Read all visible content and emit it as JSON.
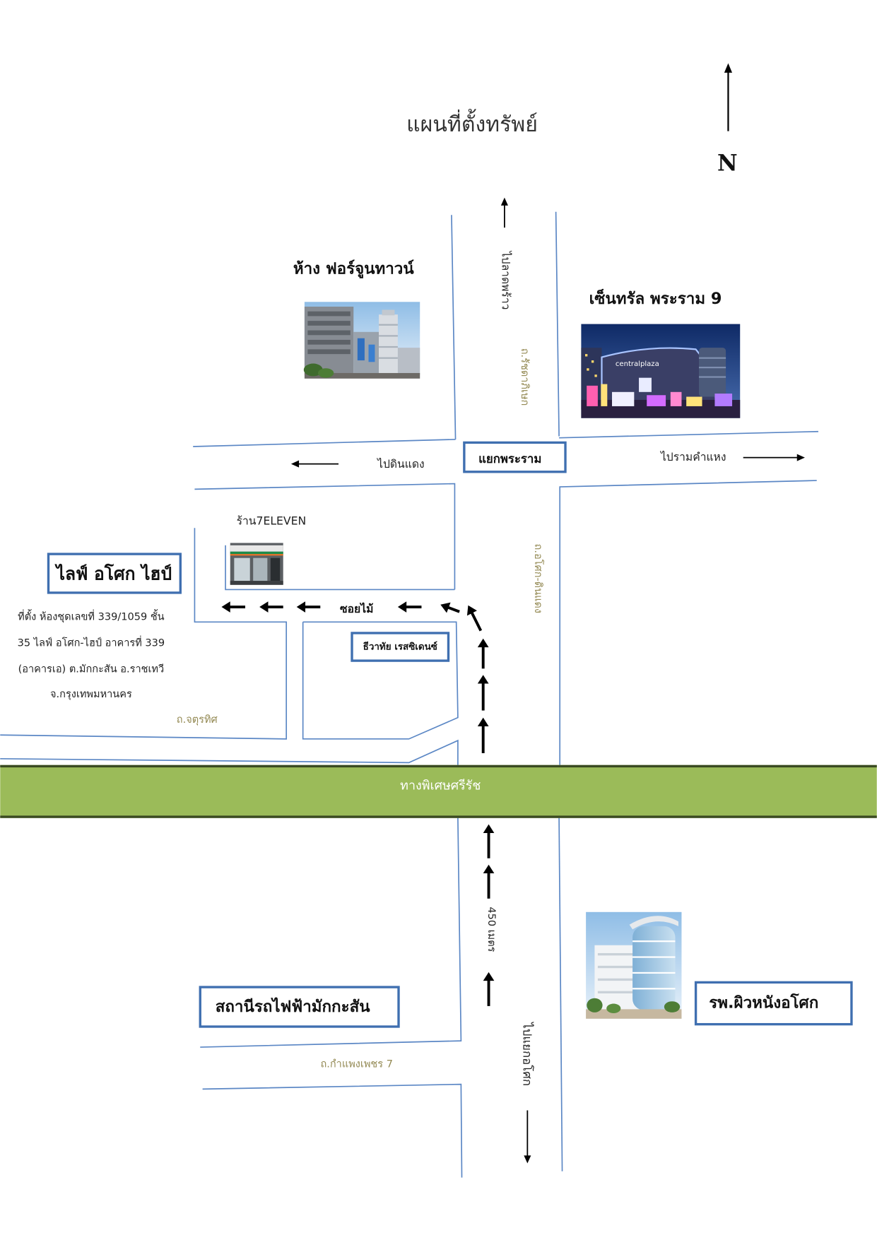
{
  "page": {
    "title": "แผนที่ตั้งทรัพย์"
  },
  "compass": {
    "label": "N",
    "icon": "north-arrow-icon"
  },
  "colors": {
    "road_line": "#5b87c5",
    "label_box_border": "#3f6fb0",
    "expressway_fill": "#9bbb59",
    "expressway_border": "#3a4a22",
    "road_name_text": "#948a54",
    "arrow": "#000000"
  },
  "roads": {
    "ratchadaphisek": "ถ.รัชดาภิเษก",
    "asoke_din_daeng": "ถ.อโศก-ดินแดง",
    "chaturathit": "ถ.จตุรทิศ",
    "kamphaeng_phet_7": "ถ.กำแพงเพชร 7",
    "expressway": "ทางพิเศษศรีรัช",
    "soi": "ซอยไม้"
  },
  "directions": {
    "to_lat_phrao": "ไปลาดพร้าว",
    "to_din_daeng": "ไปดินแดง",
    "to_ramkhamhaeng": "ไปรามคำแหง",
    "to_asoke_junction": "ไปแยกอโศก",
    "distance": "450 เมตร"
  },
  "landmarks": {
    "fortune_town": "ห้าง ฟอร์จูนทาวน์",
    "central_rama9": "เซ็นทรัล พระราม 9",
    "central_logo": "centralplaza",
    "rama9_junction": "แยกพระราม",
    "seven_eleven": "ร้าน7ELEVEN",
    "thewathai_residence": "ธีวาทัย เรสซิเดนซ์",
    "makkasan_station": "สถานีรถไฟฟ้ามักกะสัน",
    "skin_hospital": "รพ.ผิวหนังอโศก"
  },
  "property": {
    "name": "ไลฟ์ อโศก ไฮป์",
    "address_lines": [
      "ที่ตั้ง ห้องชุดเลขที่ 339/1059 ชั้น",
      "35 ไลฟ์ อโศก-ไฮป์ อาคารที่ 339",
      "(อาคารเอ) ต.มักกะสัน อ.ราชเทวี",
      "จ.กรุงเทพมหานคร"
    ]
  }
}
